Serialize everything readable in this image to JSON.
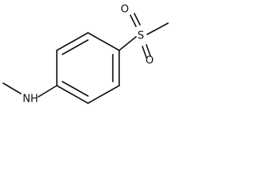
{
  "molecule": {
    "atoms": {
      "sulfur": "S",
      "oxygen_top": "O",
      "oxygen_bottom": "O",
      "nitrogen": "NH"
    },
    "colors": {
      "bond": "#111111",
      "text": "#111111",
      "background": "#ffffff"
    }
  }
}
